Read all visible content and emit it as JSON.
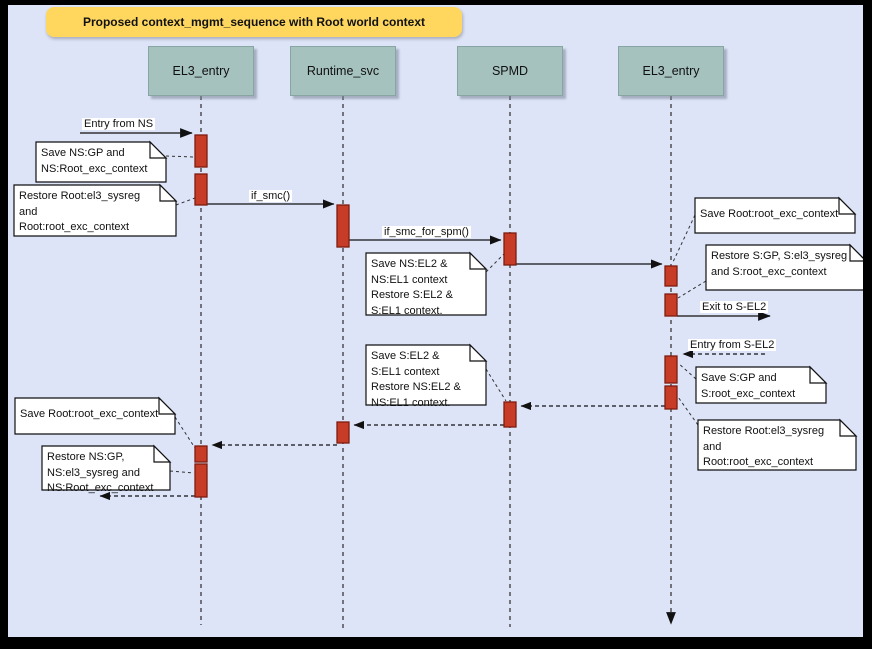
{
  "title": "Proposed context_mgmt_sequence with Root world context",
  "lifelines": [
    {
      "label": "EL3_entry"
    },
    {
      "label": "Runtime_svc"
    },
    {
      "label": "SPMD"
    },
    {
      "label": "EL3_entry"
    }
  ],
  "messages": {
    "entry_from_ns": "Entry from NS",
    "if_smc": "if_smc()",
    "if_smc_for_spm": "if_smc_for_spm()",
    "exit_to_s_el2": "Exit to S-EL2",
    "entry_from_s_el2": "Entry from S-EL2"
  },
  "notes": {
    "n1": "Save NS:GP and\nNS:Root_exc_context",
    "n2": "Restore Root:el3_sysreg\nand\nRoot:root_exc_context",
    "n3": "Save NS:EL2 &\nNS:EL1 context\nRestore S:EL2 &\nS:EL1 context.",
    "n4": "Save Root:root_exc_context",
    "n5": "Restore S:GP, S:el3_sysreg\nand S:root_exc_context",
    "n6": "Save S:GP and\nS:root_exc_context",
    "n7": "Restore Root:el3_sysreg\nand\nRoot:root_exc_context",
    "n8": "Save S:EL2 &\nS:EL1 context\nRestore NS:EL2 &\nNS:EL1 context.",
    "n9": "Save Root:root_exc_context",
    "n10": "Restore NS:GP,\nNS:el3_sysreg and\nNS:Root_exc_context"
  },
  "colors": {
    "frame": "#000000",
    "canvas_bg": "#dde4f8",
    "title_bg": "#ffd75e",
    "lifeline_header_bg": "#a5c2bf",
    "activation_fill": "#c63c26",
    "activation_stroke": "#7e1c10",
    "note_bg": "#ffffff",
    "line": "#222222"
  }
}
